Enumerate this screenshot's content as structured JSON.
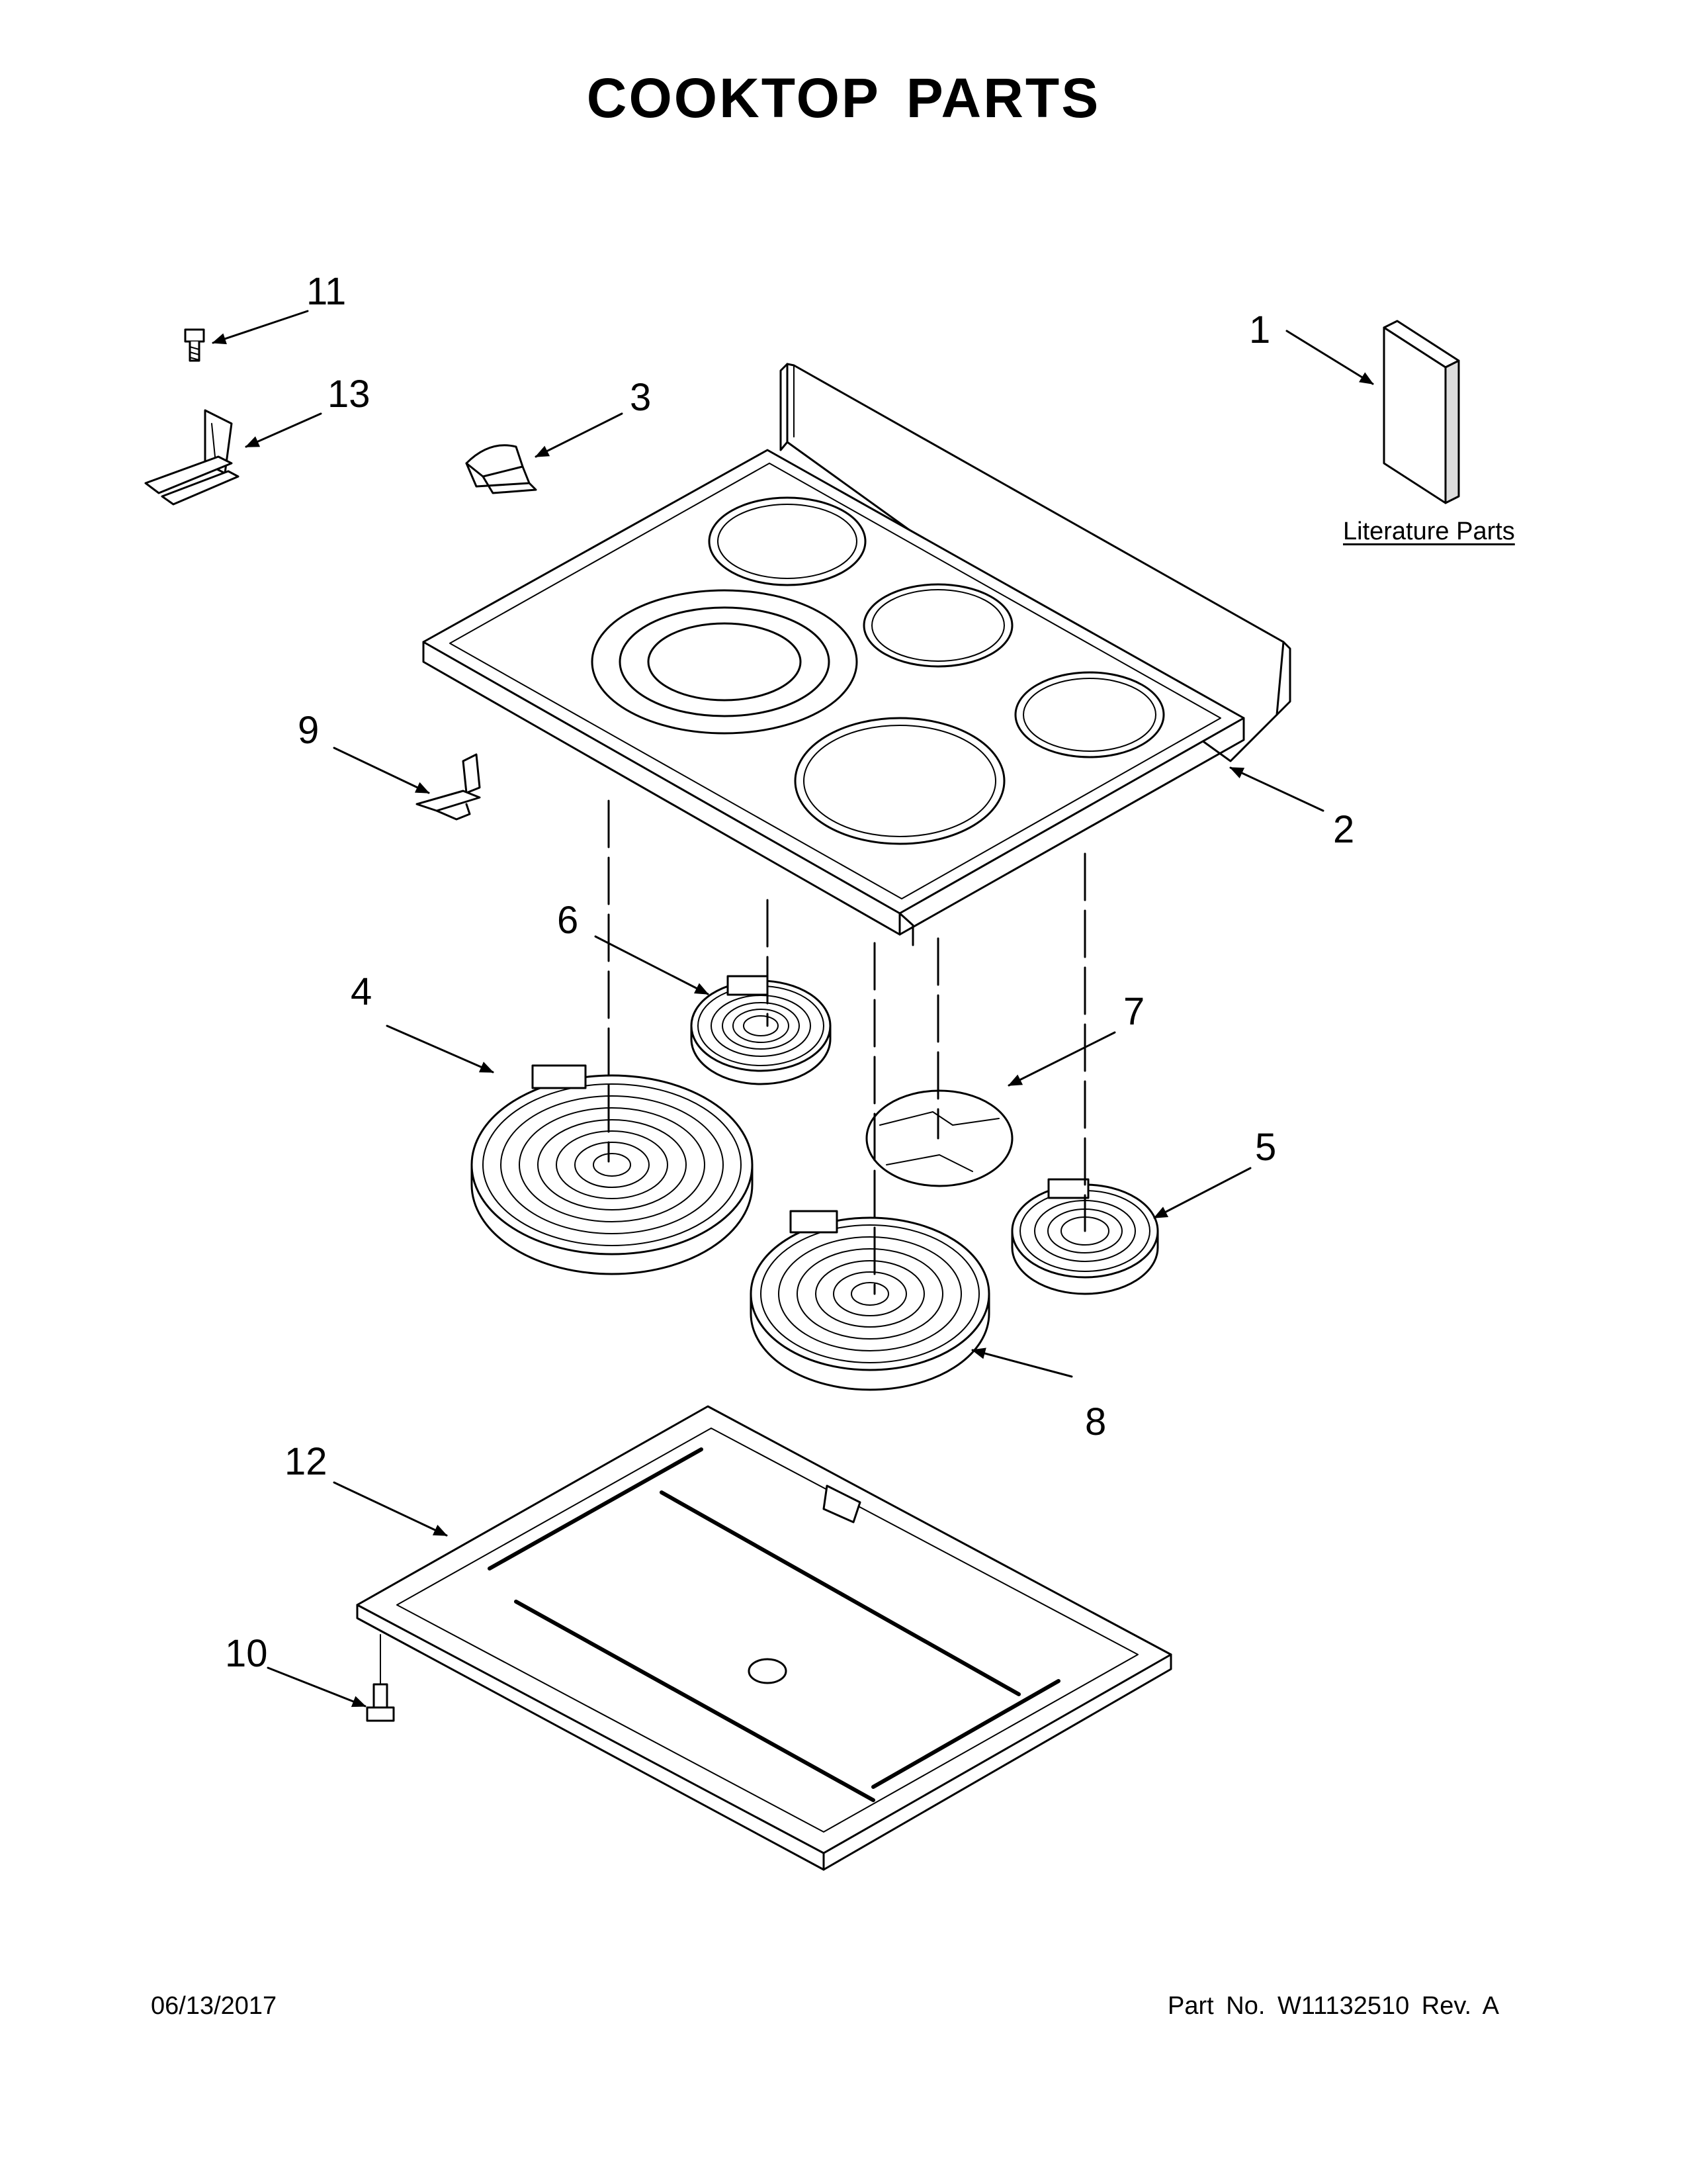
{
  "title": "COOKTOP PARTS",
  "callouts": [
    "1",
    "2",
    "3",
    "4",
    "5",
    "6",
    "7",
    "8",
    "9",
    "10",
    "11",
    "12",
    "13"
  ],
  "literature_label": "Literature Parts",
  "footer": {
    "date": "06/13/2017",
    "part_no": "Part No.  W11132510  Rev.  A"
  }
}
